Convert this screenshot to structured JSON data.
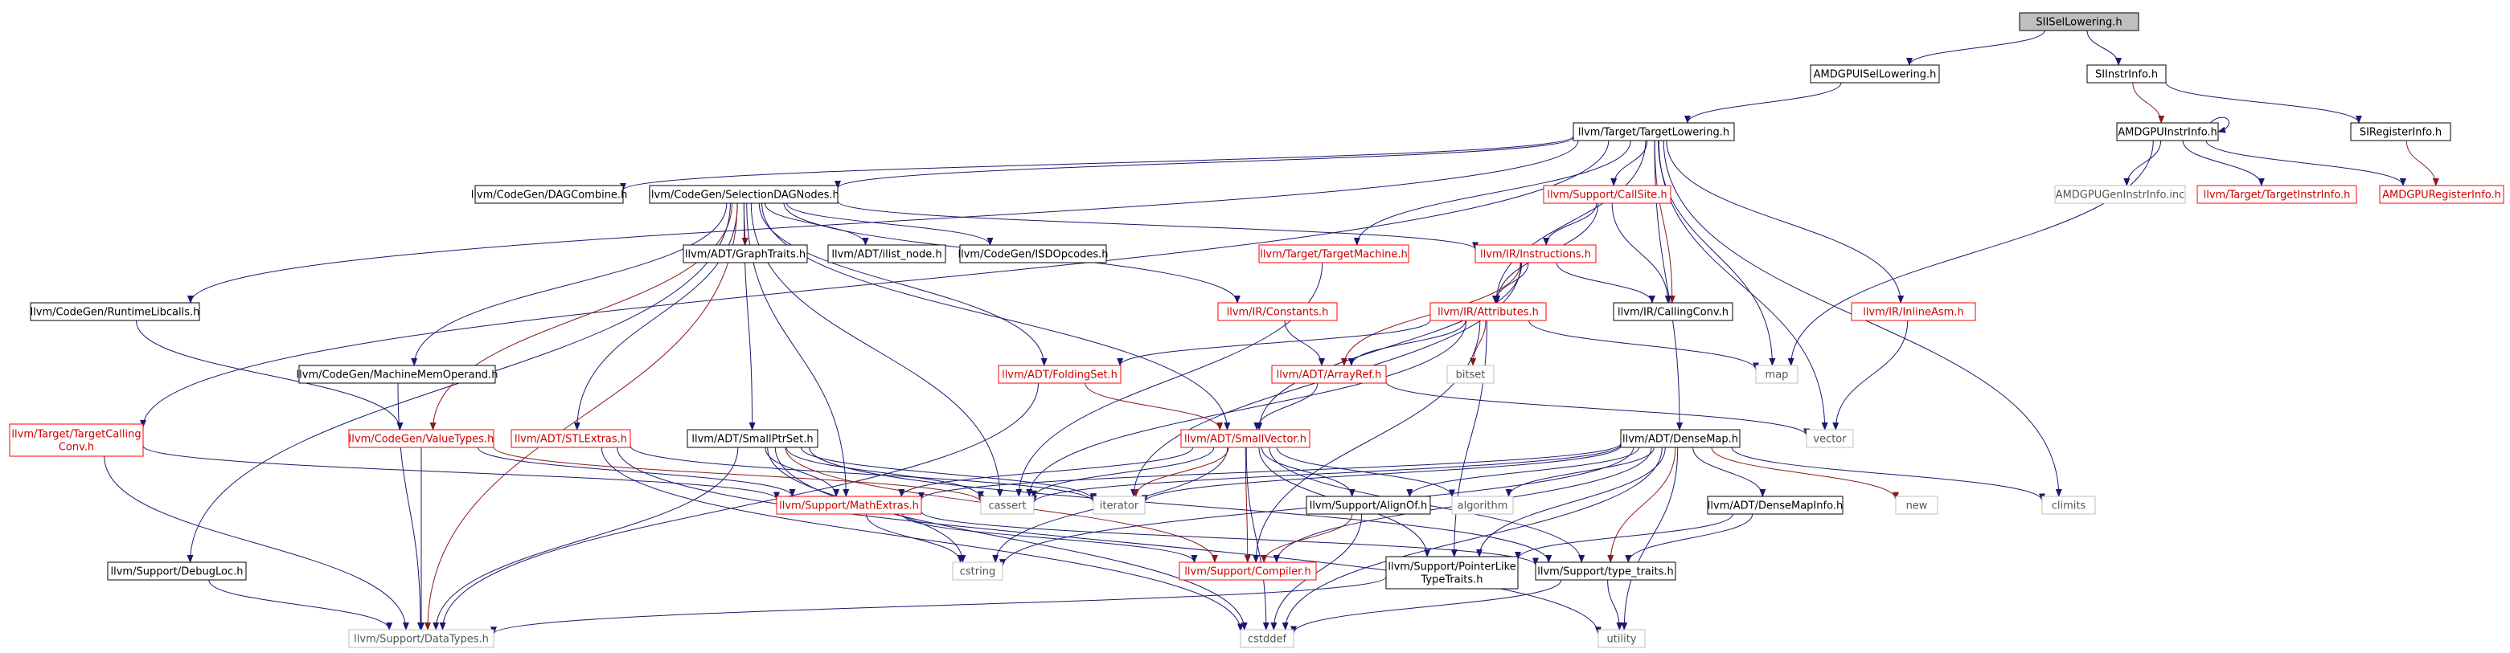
{
  "graph": {
    "root": "SIISelLowering.h",
    "nodes": [
      {
        "id": "root",
        "label": "SIISelLowering.h",
        "style": "root"
      },
      {
        "id": "amdgpuisel",
        "label": "AMDGPUISelLowering.h",
        "style": "normal"
      },
      {
        "id": "siinstrinfo",
        "label": "SIInstrInfo.h",
        "style": "normal"
      },
      {
        "id": "targetlowering",
        "label": "llvm/Target/TargetLowering.h",
        "style": "normal"
      },
      {
        "id": "amdgpuinstrinfo",
        "label": "AMDGPUInstrInfo.h",
        "style": "normal"
      },
      {
        "id": "siregisterinfo",
        "label": "SIRegisterInfo.h",
        "style": "normal"
      },
      {
        "id": "dagcombine",
        "label": "llvm/CodeGen/DAGCombine.h",
        "style": "normal"
      },
      {
        "id": "seldagnodes",
        "label": "llvm/CodeGen/SelectionDAGNodes.h",
        "style": "normal"
      },
      {
        "id": "callsite",
        "label": "llvm/Support/CallSite.h",
        "style": "truncated"
      },
      {
        "id": "amdgpugeninstr",
        "label": "AMDGPUGenInstrInfo.inc",
        "style": "external"
      },
      {
        "id": "targetinstrinfo",
        "label": "llvm/Target/TargetInstrInfo.h",
        "style": "truncated"
      },
      {
        "id": "amdgpureginfo",
        "label": "AMDGPURegisterInfo.h",
        "style": "truncated"
      },
      {
        "id": "graphtraits",
        "label": "llvm/ADT/GraphTraits.h",
        "style": "normal"
      },
      {
        "id": "ilistnode",
        "label": "llvm/ADT/ilist_node.h",
        "style": "normal"
      },
      {
        "id": "isdopcodes",
        "label": "llvm/CodeGen/ISDOpcodes.h",
        "style": "normal"
      },
      {
        "id": "targetmachine",
        "label": "llvm/Target/TargetMachine.h",
        "style": "truncated"
      },
      {
        "id": "instructions",
        "label": "llvm/IR/Instructions.h",
        "style": "truncated"
      },
      {
        "id": "runtimelibcalls",
        "label": "llvm/CodeGen/RuntimeLibcalls.h",
        "style": "normal"
      },
      {
        "id": "constants",
        "label": "llvm/IR/Constants.h",
        "style": "truncated"
      },
      {
        "id": "attributes",
        "label": "llvm/IR/Attributes.h",
        "style": "truncated"
      },
      {
        "id": "callingconv",
        "label": "llvm/IR/CallingConv.h",
        "style": "normal"
      },
      {
        "id": "inlineasm",
        "label": "llvm/IR/InlineAsm.h",
        "style": "truncated"
      },
      {
        "id": "machinememop",
        "label": "llvm/CodeGen/MachineMemOperand.h",
        "style": "normal"
      },
      {
        "id": "foldingset",
        "label": "llvm/ADT/FoldingSet.h",
        "style": "truncated"
      },
      {
        "id": "arrayref",
        "label": "llvm/ADT/ArrayRef.h",
        "style": "truncated"
      },
      {
        "id": "bitset",
        "label": "bitset",
        "style": "external"
      },
      {
        "id": "map",
        "label": "map",
        "style": "external"
      },
      {
        "id": "vector",
        "label": "vector",
        "style": "external"
      },
      {
        "id": "targetcallingconv",
        "label": [
          "llvm/Target/TargetCalling",
          "Conv.h"
        ],
        "style": "truncated"
      },
      {
        "id": "valuetypes",
        "label": "llvm/CodeGen/ValueTypes.h",
        "style": "truncated"
      },
      {
        "id": "stlextras",
        "label": "llvm/ADT/STLExtras.h",
        "style": "truncated"
      },
      {
        "id": "smallptrset",
        "label": "llvm/ADT/SmallPtrSet.h",
        "style": "normal"
      },
      {
        "id": "smallvector",
        "label": "llvm/ADT/SmallVector.h",
        "style": "truncated"
      },
      {
        "id": "densemap",
        "label": "llvm/ADT/DenseMap.h",
        "style": "normal"
      },
      {
        "id": "mathextras",
        "label": "llvm/Support/MathExtras.h",
        "style": "truncated"
      },
      {
        "id": "cassert",
        "label": "cassert",
        "style": "external"
      },
      {
        "id": "iterator",
        "label": "iterator",
        "style": "external"
      },
      {
        "id": "alignof",
        "label": "llvm/Support/AlignOf.h",
        "style": "normal"
      },
      {
        "id": "algorithm",
        "label": "algorithm",
        "style": "external"
      },
      {
        "id": "densemapinfo",
        "label": "llvm/ADT/DenseMapInfo.h",
        "style": "normal"
      },
      {
        "id": "new",
        "label": "new",
        "style": "external"
      },
      {
        "id": "climits",
        "label": "climits",
        "style": "external"
      },
      {
        "id": "debugloc",
        "label": "llvm/Support/DebugLoc.h",
        "style": "normal"
      },
      {
        "id": "cstring",
        "label": "cstring",
        "style": "external"
      },
      {
        "id": "compiler",
        "label": "llvm/Support/Compiler.h",
        "style": "truncated"
      },
      {
        "id": "pointerlike",
        "label": [
          "llvm/Support/PointerLike",
          "TypeTraits.h"
        ],
        "style": "normal"
      },
      {
        "id": "typetraits",
        "label": "llvm/Support/type_traits.h",
        "style": "normal"
      },
      {
        "id": "datatypes",
        "label": "llvm/Support/DataTypes.h",
        "style": "external"
      },
      {
        "id": "cstddef",
        "label": "cstddef",
        "style": "external"
      },
      {
        "id": "utility",
        "label": "utility",
        "style": "external"
      }
    ],
    "edges": [
      [
        "root",
        "amdgpuisel"
      ],
      [
        "root",
        "siinstrinfo"
      ],
      [
        "amdgpuisel",
        "targetlowering"
      ],
      [
        "siinstrinfo",
        "amdgpuinstrinfo"
      ],
      [
        "siinstrinfo",
        "siregisterinfo"
      ],
      [
        "amdgpuinstrinfo",
        "amdgpuinstrinfo"
      ],
      [
        "amdgpuinstrinfo",
        "amdgpugeninstr"
      ],
      [
        "amdgpuinstrinfo",
        "targetinstrinfo"
      ],
      [
        "amdgpuinstrinfo",
        "amdgpureginfo"
      ],
      [
        "amdgpuinstrinfo",
        "map"
      ],
      [
        "siregisterinfo",
        "amdgpureginfo"
      ],
      [
        "targetlowering",
        "dagcombine"
      ],
      [
        "targetlowering",
        "seldagnodes"
      ],
      [
        "targetlowering",
        "callsite"
      ],
      [
        "targetlowering",
        "targetmachine"
      ],
      [
        "targetlowering",
        "runtimelibcalls"
      ],
      [
        "targetlowering",
        "attributes"
      ],
      [
        "targetlowering",
        "callingconv"
      ],
      [
        "targetlowering",
        "inlineasm"
      ],
      [
        "targetlowering",
        "map"
      ],
      [
        "targetlowering",
        "vector"
      ],
      [
        "targetlowering",
        "targetcallingconv"
      ],
      [
        "targetlowering",
        "densemap"
      ],
      [
        "targetlowering",
        "climits"
      ],
      [
        "seldagnodes",
        "graphtraits"
      ],
      [
        "seldagnodes",
        "ilistnode"
      ],
      [
        "seldagnodes",
        "isdopcodes"
      ],
      [
        "seldagnodes",
        "instructions"
      ],
      [
        "seldagnodes",
        "constants"
      ],
      [
        "seldagnodes",
        "machinememop"
      ],
      [
        "seldagnodes",
        "foldingset"
      ],
      [
        "seldagnodes",
        "valuetypes"
      ],
      [
        "seldagnodes",
        "stlextras"
      ],
      [
        "seldagnodes",
        "smallptrset"
      ],
      [
        "seldagnodes",
        "smallvector"
      ],
      [
        "seldagnodes",
        "mathextras"
      ],
      [
        "seldagnodes",
        "cassert"
      ],
      [
        "seldagnodes",
        "debugloc"
      ],
      [
        "seldagnodes",
        "datatypes"
      ],
      [
        "callsite",
        "instructions"
      ],
      [
        "callsite",
        "attributes"
      ],
      [
        "callsite",
        "callingconv"
      ],
      [
        "targetmachine",
        "cassert"
      ],
      [
        "instructions",
        "attributes"
      ],
      [
        "instructions",
        "callingconv"
      ],
      [
        "instructions",
        "arrayref"
      ],
      [
        "instructions",
        "smallvector"
      ],
      [
        "instructions",
        "iterator"
      ],
      [
        "runtimelibcalls",
        "valuetypes"
      ],
      [
        "constants",
        "arrayref"
      ],
      [
        "attributes",
        "foldingset"
      ],
      [
        "attributes",
        "arrayref"
      ],
      [
        "attributes",
        "bitset"
      ],
      [
        "attributes",
        "map"
      ],
      [
        "attributes",
        "pointerlike"
      ],
      [
        "attributes",
        "compiler"
      ],
      [
        "attributes",
        "cassert"
      ],
      [
        "inlineasm",
        "vector"
      ],
      [
        "machinememop",
        "datatypes"
      ],
      [
        "foldingset",
        "smallvector"
      ],
      [
        "foldingset",
        "datatypes"
      ],
      [
        "arrayref",
        "smallvector"
      ],
      [
        "arrayref",
        "vector"
      ],
      [
        "targetcallingconv",
        "mathextras"
      ],
      [
        "targetcallingconv",
        "datatypes"
      ],
      [
        "valuetypes",
        "mathextras"
      ],
      [
        "valuetypes",
        "cassert"
      ],
      [
        "valuetypes",
        "datatypes"
      ],
      [
        "stlextras",
        "cstddef"
      ],
      [
        "stlextras",
        "utility"
      ],
      [
        "stlextras",
        "iterator"
      ],
      [
        "smallptrset",
        "mathextras"
      ],
      [
        "smallptrset",
        "cassert"
      ],
      [
        "smallptrset",
        "compiler"
      ],
      [
        "smallptrset",
        "typetraits"
      ],
      [
        "smallptrset",
        "datatypes"
      ],
      [
        "smallptrset",
        "cstring"
      ],
      [
        "smallptrset",
        "iterator"
      ],
      [
        "smallptrset",
        "cstddef"
      ],
      [
        "smallvector",
        "alignof"
      ],
      [
        "smallvector",
        "compiler"
      ],
      [
        "smallvector",
        "mathextras"
      ],
      [
        "smallvector",
        "typetraits"
      ],
      [
        "smallvector",
        "algorithm"
      ],
      [
        "smallvector",
        "cassert"
      ],
      [
        "smallvector",
        "cstddef"
      ],
      [
        "smallvector",
        "cstring"
      ],
      [
        "smallvector",
        "iterator"
      ],
      [
        "smallvector",
        "pointerlike"
      ],
      [
        "densemap",
        "densemapinfo"
      ],
      [
        "densemap",
        "alignof"
      ],
      [
        "densemap",
        "compiler"
      ],
      [
        "densemap",
        "mathextras"
      ],
      [
        "densemap",
        "pointerlike"
      ],
      [
        "densemap",
        "typetraits"
      ],
      [
        "densemap",
        "algorithm"
      ],
      [
        "densemap",
        "cassert"
      ],
      [
        "densemap",
        "climits"
      ],
      [
        "densemap",
        "cstddef"
      ],
      [
        "densemap",
        "cstring"
      ],
      [
        "densemap",
        "iterator"
      ],
      [
        "densemap",
        "new"
      ],
      [
        "densemap",
        "utility"
      ],
      [
        "densemapinfo",
        "pointerlike"
      ],
      [
        "densemapinfo",
        "typetraits"
      ],
      [
        "mathextras",
        "compiler"
      ],
      [
        "mathextras",
        "cstring"
      ],
      [
        "mathextras",
        "typetraits"
      ],
      [
        "alignof",
        "compiler"
      ],
      [
        "alignof",
        "cstddef"
      ],
      [
        "debugloc",
        "datatypes"
      ],
      [
        "pointerlike",
        "datatypes"
      ],
      [
        "typetraits",
        "cstddef"
      ],
      [
        "typetraits",
        "utility"
      ]
    ]
  },
  "colors": {
    "root_fill": "#bfbfbf",
    "normal_border": "#000000",
    "truncated_border": "#ff0000",
    "external_border": "#bfbfbf",
    "external_text": "#555555",
    "truncated_text": "#cc0000",
    "edge_normal": "#191970",
    "edge_alt": "#8b1a1a"
  }
}
